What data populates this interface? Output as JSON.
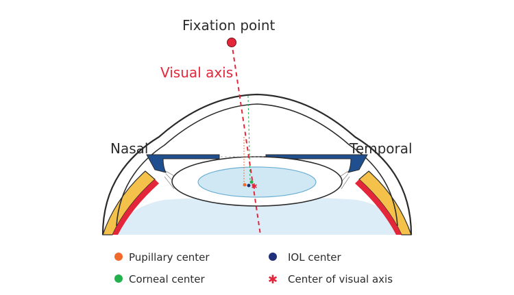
{
  "labels": {
    "fixation_point": "Fixation point",
    "visual_axis": "Visual axis",
    "nasal": "Nasal",
    "temporal": "Temporal"
  },
  "legend": [
    {
      "label": "Pupillary center",
      "color": "#f26a2b",
      "marker": "dot"
    },
    {
      "label": "Corneal center",
      "color": "#22b14c",
      "marker": "dot"
    },
    {
      "label": "IOL center",
      "color": "#1f2f7a",
      "marker": "dot"
    },
    {
      "label": "Center of visual axis",
      "color": "#e3263a",
      "marker": "asterisk"
    }
  ],
  "colors": {
    "visual_axis": "#e3263a",
    "iris": "#1f4f8f",
    "lens_fill": "#cfe8f4",
    "vitreous_fill": "#dcedf7",
    "outline": "#2b2b2b"
  }
}
